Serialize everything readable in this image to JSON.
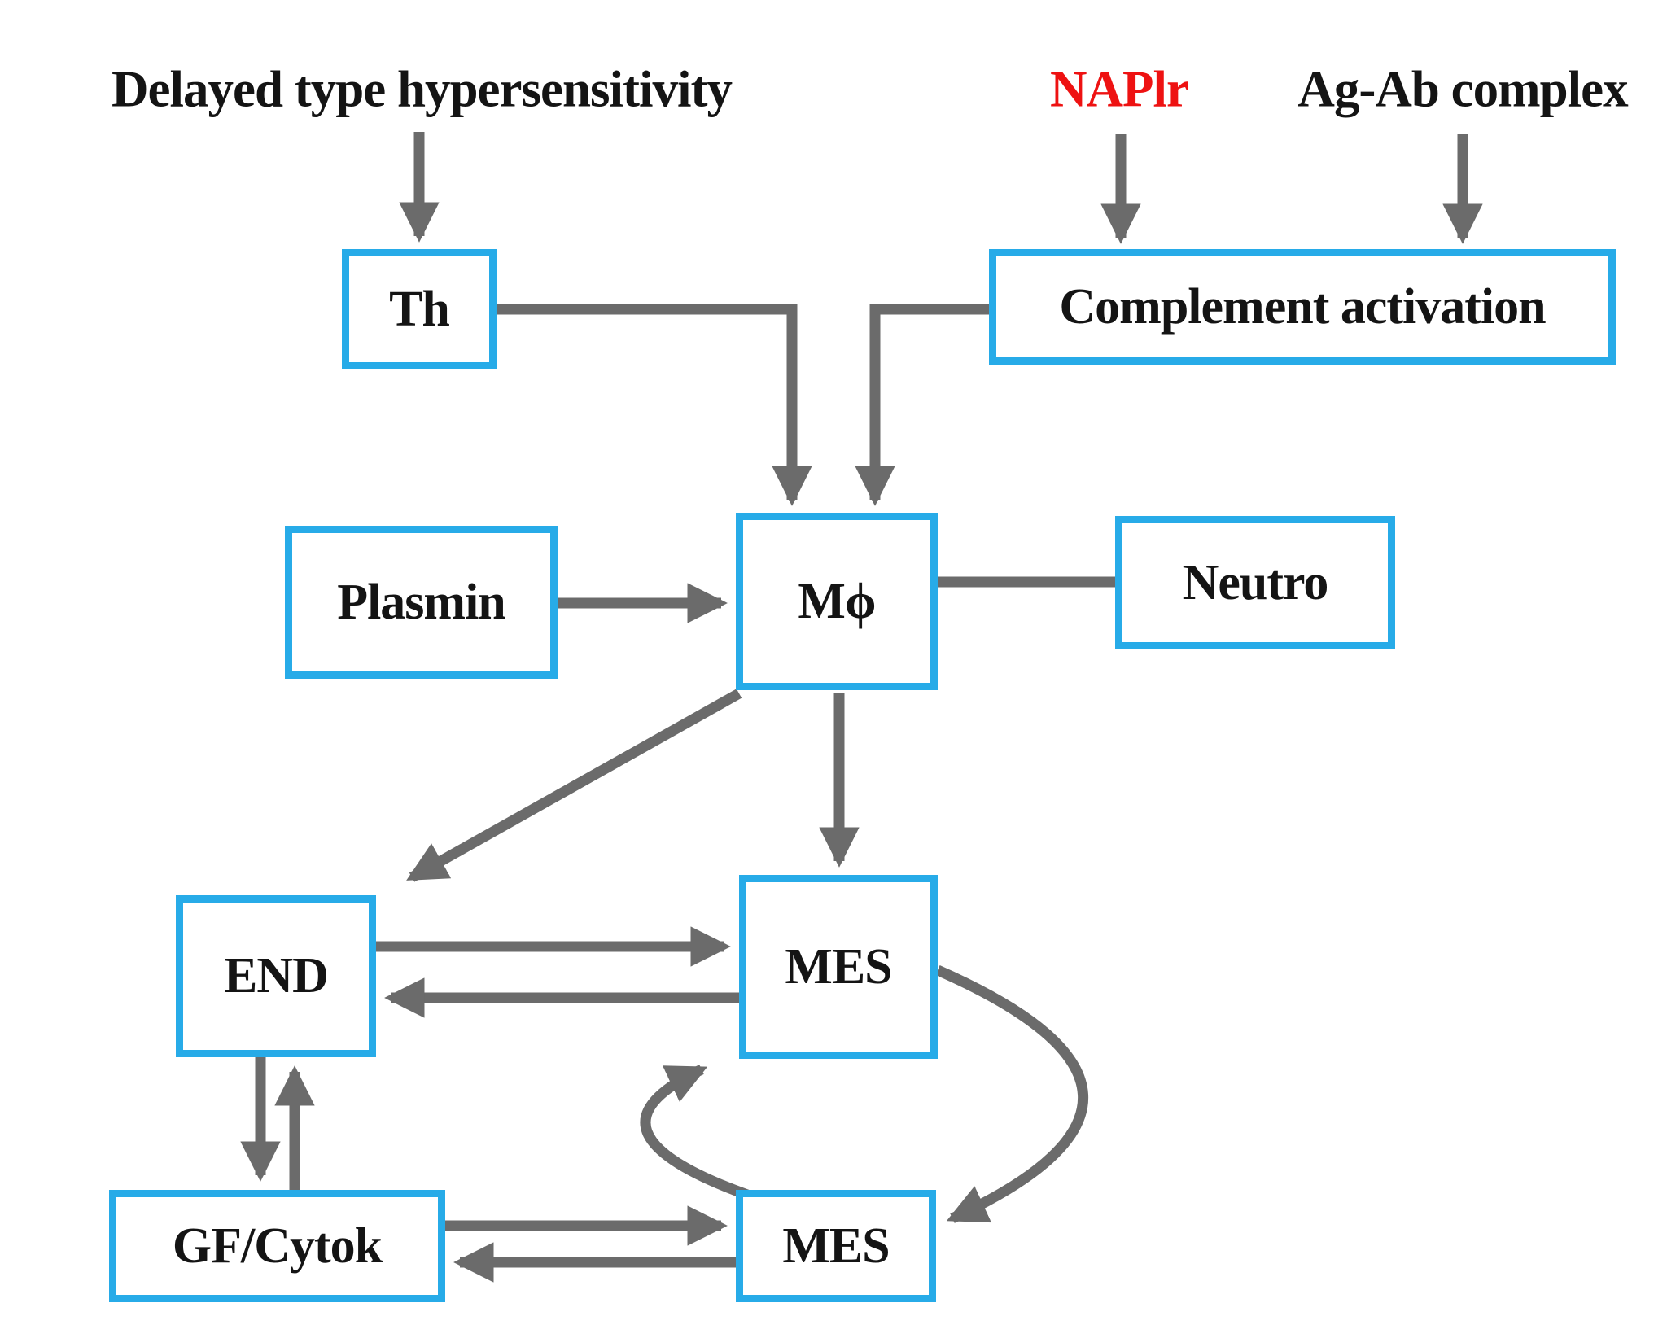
{
  "figure": {
    "title": "Glomerulonephritis immune pathway diagram",
    "colors": {
      "node_border": "#27abe8",
      "node_fill": "#ffffff",
      "arrow": "#6b6b6b",
      "text": "#141414",
      "naplr_red": "#ee1212",
      "background": "#ffffff"
    },
    "top_labels": [
      {
        "id": "dth",
        "text": "Delayed type hypersensitivity",
        "color": "black"
      },
      {
        "id": "naplr",
        "text": "NAPlr",
        "color": "red"
      },
      {
        "id": "agab",
        "text": "Ag-Ab complex",
        "color": "black"
      }
    ],
    "nodes": [
      {
        "id": "th",
        "label": "Th"
      },
      {
        "id": "complement",
        "label": "Complement activation"
      },
      {
        "id": "plasmin",
        "label": "Plasmin"
      },
      {
        "id": "mphi",
        "label": "Mϕ"
      },
      {
        "id": "neutro",
        "label": "Neutro"
      },
      {
        "id": "end",
        "label": "END"
      },
      {
        "id": "mes_upper",
        "label": "MES"
      },
      {
        "id": "gfcytok",
        "label": "GF/Cytok"
      },
      {
        "id": "mes_lower",
        "label": "MES"
      }
    ],
    "edges": [
      {
        "id": "edge-dth-th",
        "from": "Delayed type hypersensitivity",
        "to": "Th",
        "arrow": true,
        "shape": "straight"
      },
      {
        "id": "edge-naplr-complement",
        "from": "NAPlr",
        "to": "Complement activation",
        "arrow": true,
        "shape": "straight"
      },
      {
        "id": "edge-agab-complement",
        "from": "Ag-Ab complex",
        "to": "Complement activation",
        "arrow": true,
        "shape": "straight"
      },
      {
        "id": "edge-th-mphi",
        "from": "Th",
        "to": "Mϕ",
        "arrow": true,
        "shape": "elbow"
      },
      {
        "id": "edge-complement-mphi",
        "from": "Complement activation",
        "to": "Mϕ",
        "arrow": true,
        "shape": "elbow"
      },
      {
        "id": "edge-plasmin-mphi",
        "from": "Plasmin",
        "to": "Mϕ",
        "arrow": true,
        "shape": "straight"
      },
      {
        "id": "link-mphi-neutro",
        "from": "Mϕ",
        "to": "Neutro",
        "arrow": false,
        "shape": "straight"
      },
      {
        "id": "edge-mphi-end",
        "from": "Mϕ",
        "to": "END",
        "arrow": true,
        "shape": "diagonal"
      },
      {
        "id": "edge-mphi-mes-upper",
        "from": "Mϕ",
        "to": "MES (upper)",
        "arrow": true,
        "shape": "straight"
      },
      {
        "id": "edge-end-mes-upper",
        "from": "END",
        "to": "MES (upper)",
        "arrow": true,
        "shape": "straight"
      },
      {
        "id": "edge-mes-upper-end",
        "from": "MES (upper)",
        "to": "END",
        "arrow": true,
        "shape": "straight"
      },
      {
        "id": "edge-end-gfcytok",
        "from": "END",
        "to": "GF/Cytok",
        "arrow": true,
        "shape": "straight"
      },
      {
        "id": "edge-gfcytok-end",
        "from": "GF/Cytok",
        "to": "END",
        "arrow": true,
        "shape": "straight"
      },
      {
        "id": "edge-gfcytok-mes-lower",
        "from": "GF/Cytok",
        "to": "MES (lower)",
        "arrow": true,
        "shape": "straight"
      },
      {
        "id": "edge-mes-lower-gfcytok",
        "from": "MES (lower)",
        "to": "GF/Cytok",
        "arrow": true,
        "shape": "straight"
      },
      {
        "id": "edge-mes-upper-mes-lower-outer",
        "from": "MES (upper)",
        "to": "MES (lower)",
        "arrow": true,
        "shape": "arc-right"
      },
      {
        "id": "edge-mes-lower-mes-upper-inner",
        "from": "MES (lower)",
        "to": "MES (upper)",
        "arrow": true,
        "shape": "arc-left"
      }
    ]
  }
}
